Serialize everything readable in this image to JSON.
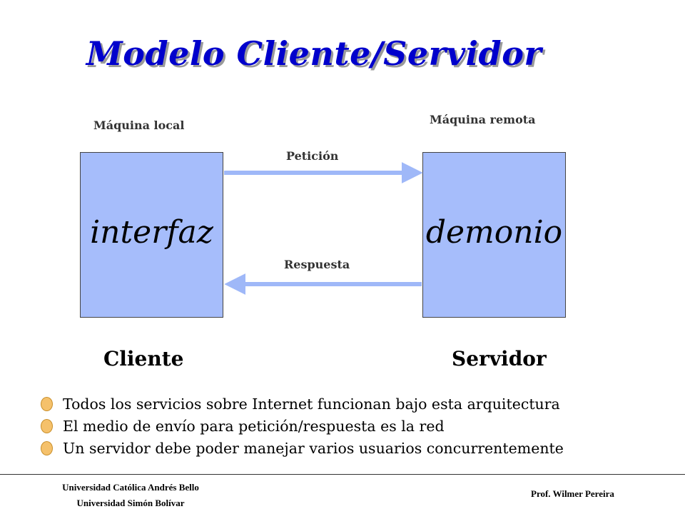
{
  "title": "Modelo Cliente/Servidor",
  "diagram": {
    "local_label": "Máquina local",
    "remote_label": "Máquina remota",
    "request_label": "Petición",
    "response_label": "Respuesta",
    "client_box_text": "interfaz",
    "server_box_text": "demonio",
    "client_role": "Cliente",
    "server_role": "Servidor",
    "box_color": "#a6bdfb",
    "arrow_color": "#9fb8f8"
  },
  "bullets": [
    "Todos los servicios sobre Internet funcionan bajo esta arquitectura",
    "El medio de envío para petición/respuesta es la red",
    "Un servidor debe poder manejar varios usuarios concurrentemente"
  ],
  "footer": {
    "left_line1": "Universidad Católica Andrés Bello",
    "left_line2": "Universidad Simón Bolívar",
    "right": "Prof. Wilmer Pereira"
  }
}
